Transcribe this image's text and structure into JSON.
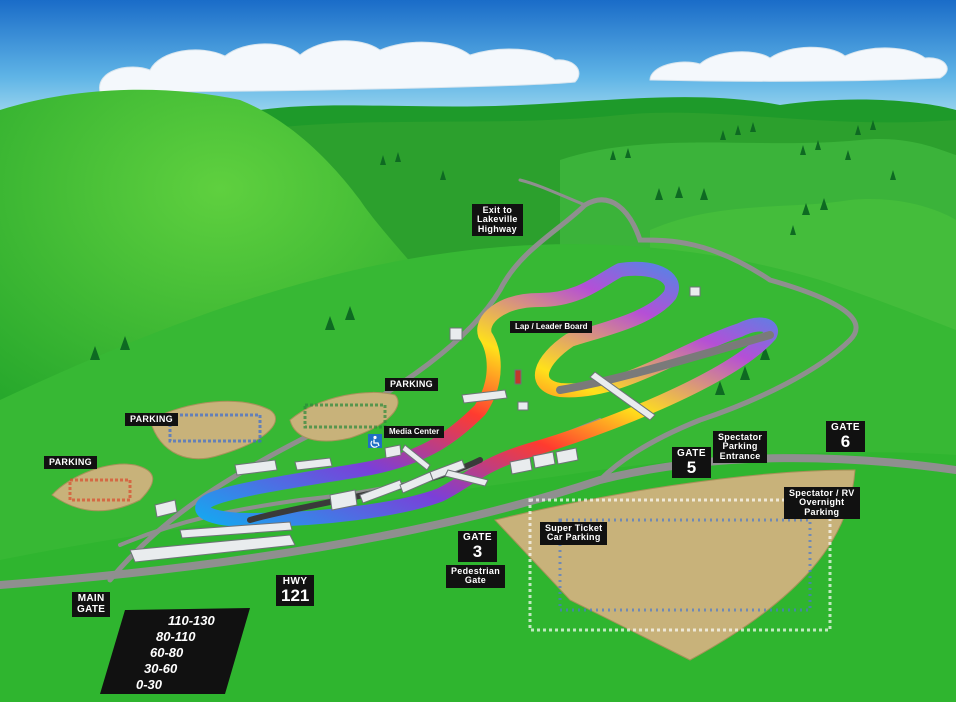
{
  "map": {
    "colors": {
      "sky_top": "#1a6cc8",
      "sky_bottom": "#b8e6f2",
      "grass": "#2fb52f",
      "grass_light": "#57cc3a",
      "hill_dark": "#1e9a2a",
      "road": "#8f8f8f",
      "parking_lot": "#c8b27a",
      "label_bg": "#111111",
      "accessible_blue": "#1f6fc4"
    },
    "labels": {
      "exit_to_lakeville": [
        "Exit to",
        "Lakeville",
        "Highway"
      ],
      "lap_leader_board": "Lap / Leader Board",
      "media_center": "Media Center",
      "parking_left": "PARKING",
      "parking_mid": "PARKING",
      "parking_top": "PARKING",
      "spectator_parking_entrance": [
        "Spectator",
        "Parking",
        "Entrance"
      ],
      "spectator_rv": [
        "Spectator / RV",
        "Overnight",
        "Parking"
      ],
      "super_ticket": [
        "Super Ticket",
        "Car Parking"
      ],
      "pedestrian_gate": [
        "Pedestrian",
        "Gate"
      ],
      "main_gate": [
        "MAIN",
        "GATE"
      ]
    },
    "gates": [
      {
        "word": "GATE",
        "number": "3"
      },
      {
        "word": "GATE",
        "number": "5"
      },
      {
        "word": "GATE",
        "number": "6"
      }
    ],
    "highway": {
      "word": "HWY",
      "number": "121"
    },
    "icons": [
      "accessible-icon"
    ],
    "speed_legend": {
      "rows": [
        "110-130",
        "80-110",
        "60-80",
        "30-60",
        "0-30"
      ],
      "gradient": [
        "#ff3b2f",
        "#ff8a1e",
        "#ffe11a",
        "#b54fd6",
        "#6b3fd8",
        "#17a6f0"
      ]
    }
  }
}
